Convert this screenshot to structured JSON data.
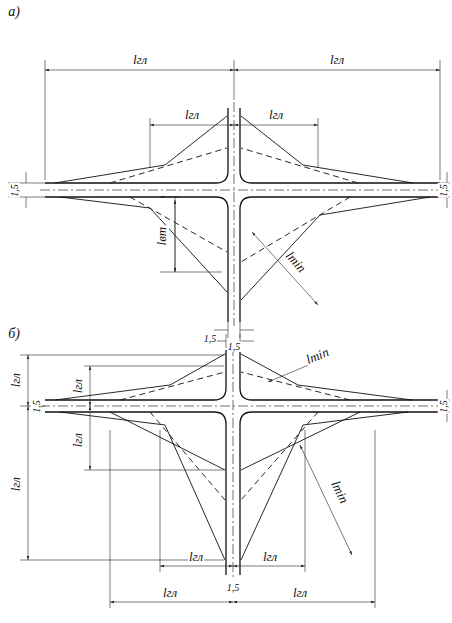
{
  "diagram": {
    "labels": [
      "а)",
      "lгл",
      "lгл",
      "lгл",
      "lгл",
      "1,5",
      "1,5",
      "lвт",
      "lmin",
      "1,5",
      "б)",
      "1,5",
      "lгл",
      "lmin",
      "lгл",
      "1,5",
      "1,5",
      "lгл",
      "lгл",
      "lmin",
      "lгл",
      "lгл",
      "1,5",
      "lгл",
      "lгл"
    ]
  }
}
